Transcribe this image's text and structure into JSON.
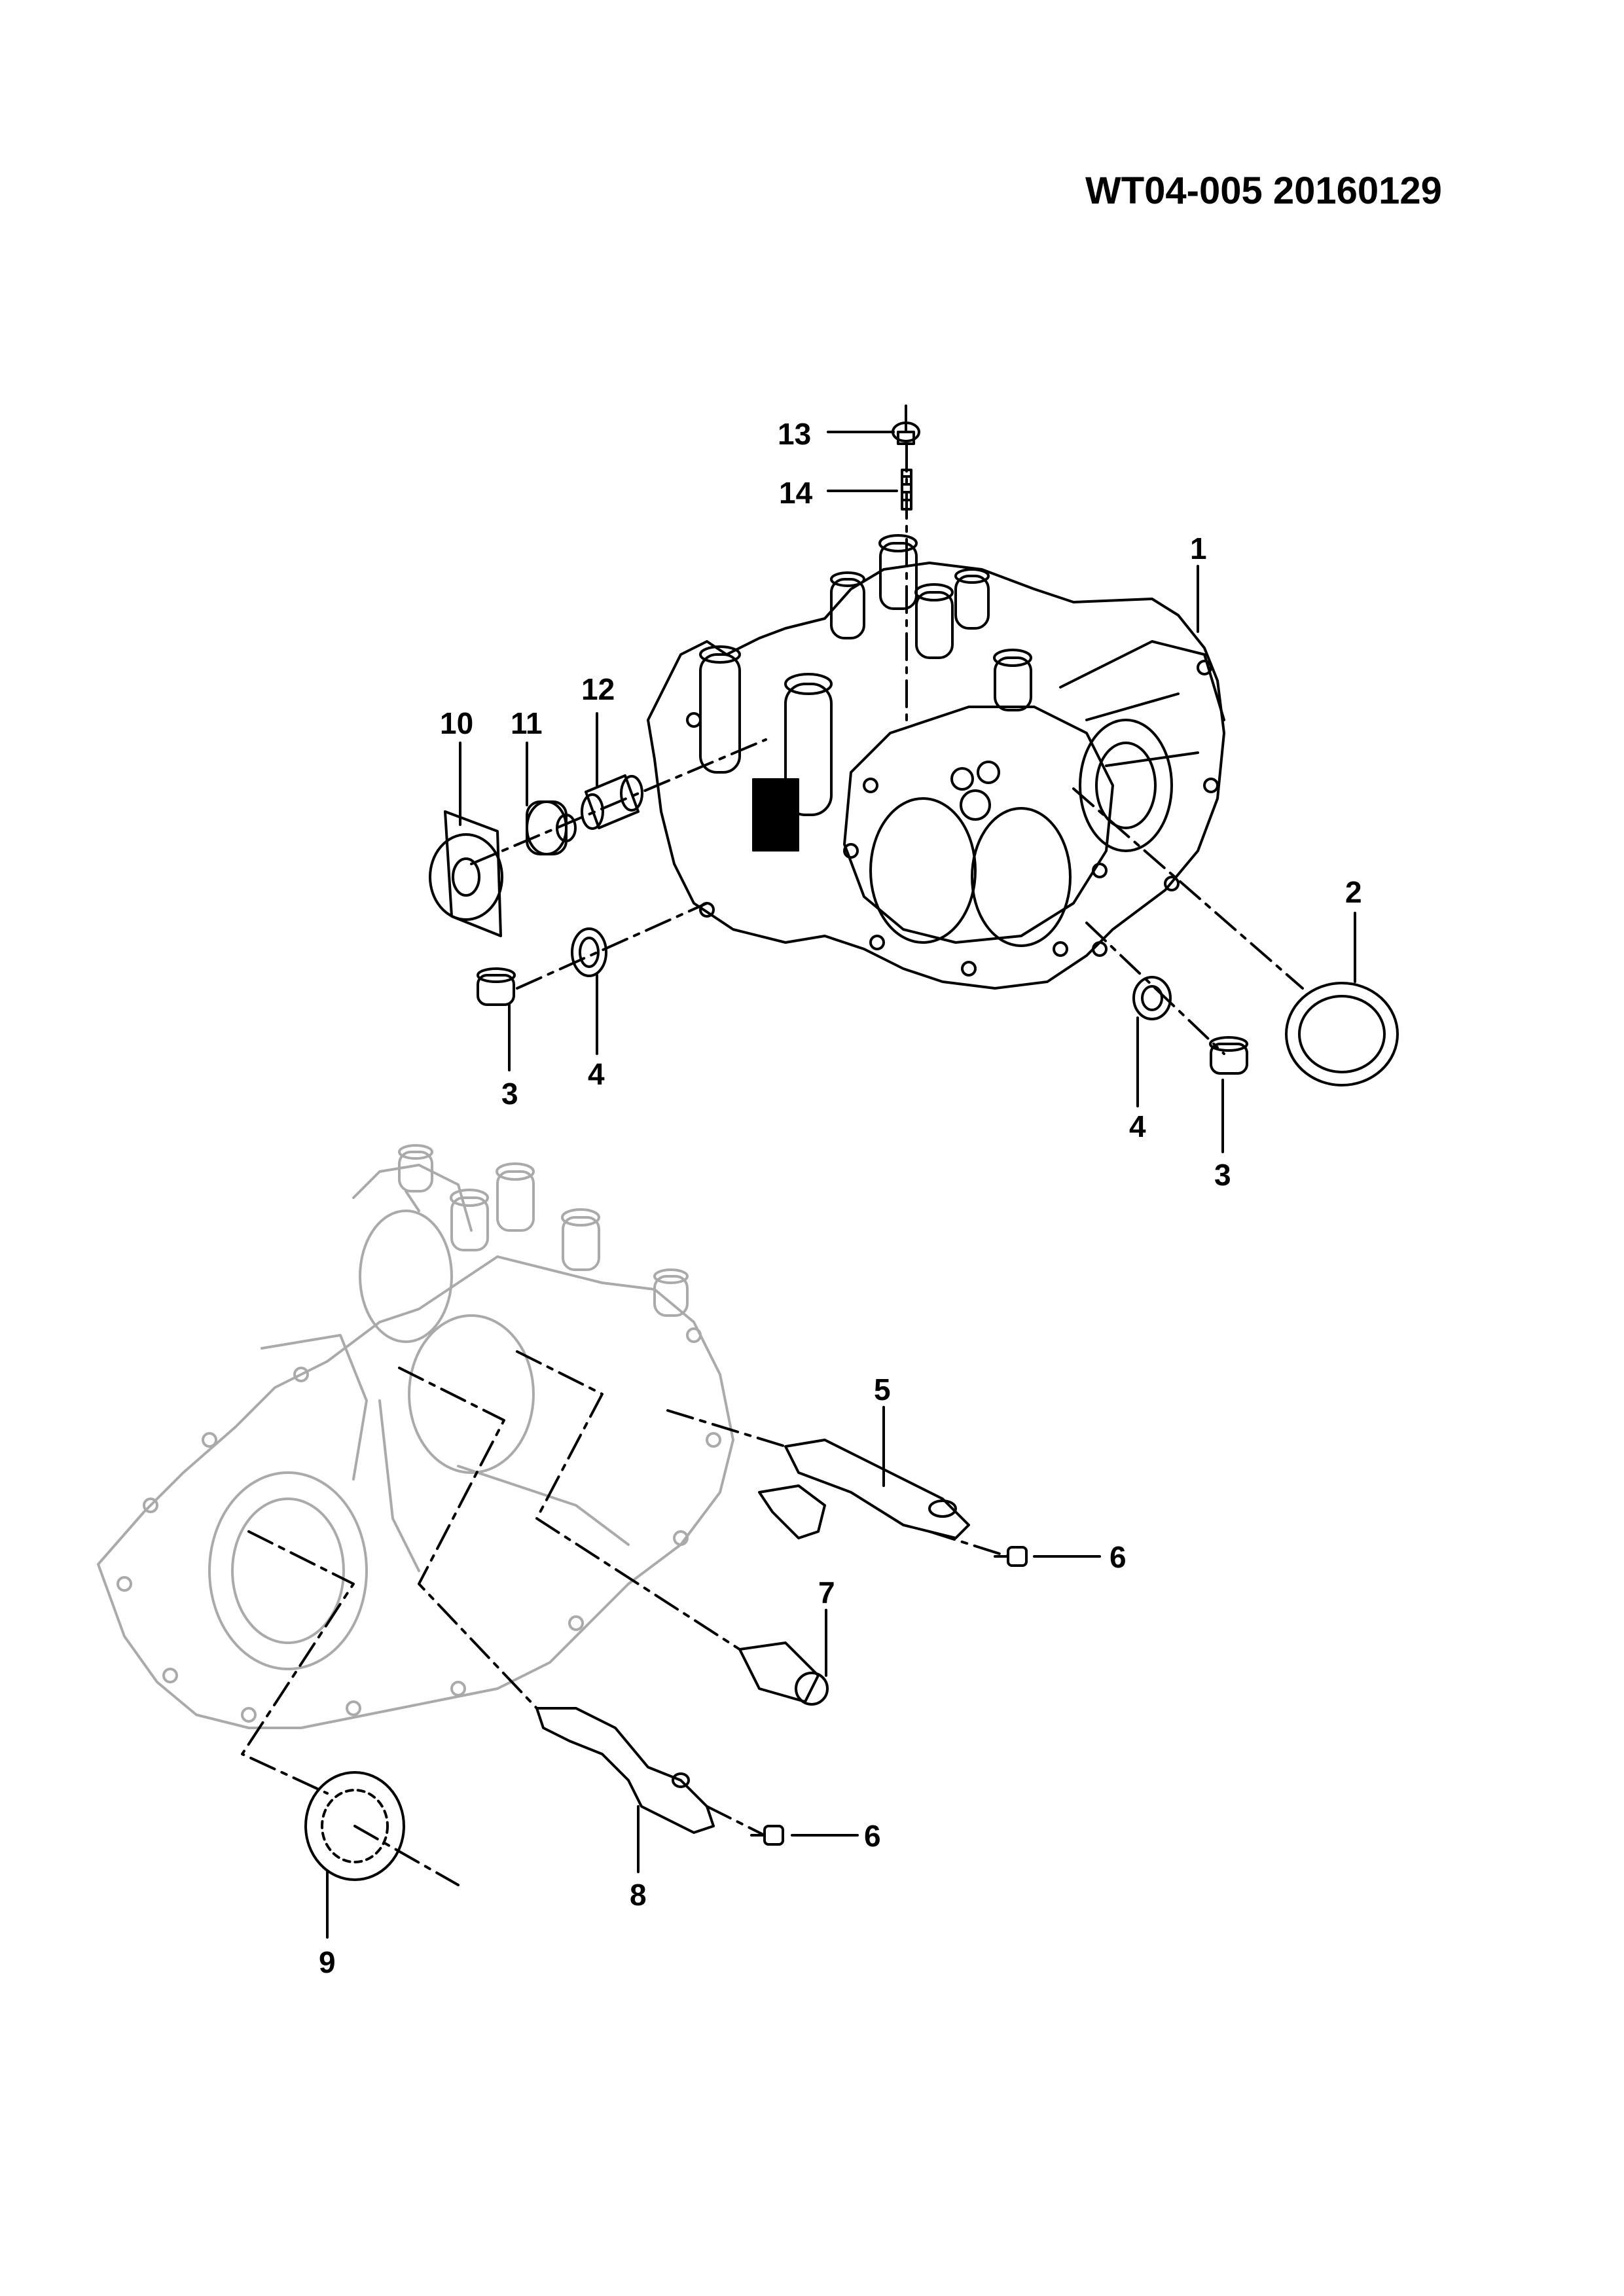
{
  "document": {
    "code": "WT04-005 20160129"
  },
  "callouts": [
    {
      "id": "c13",
      "label": "13"
    },
    {
      "id": "c14",
      "label": "14"
    },
    {
      "id": "c1",
      "label": "1"
    },
    {
      "id": "c12",
      "label": "12"
    },
    {
      "id": "c10",
      "label": "10"
    },
    {
      "id": "c11",
      "label": "11"
    },
    {
      "id": "c2",
      "label": "2"
    },
    {
      "id": "c3a",
      "label": "3"
    },
    {
      "id": "c4a",
      "label": "4"
    },
    {
      "id": "c4b",
      "label": "4"
    },
    {
      "id": "c3b",
      "label": "3"
    },
    {
      "id": "c5",
      "label": "5"
    },
    {
      "id": "c6a",
      "label": "6"
    },
    {
      "id": "c7",
      "label": "7"
    },
    {
      "id": "c6b",
      "label": "6"
    },
    {
      "id": "c8",
      "label": "8"
    },
    {
      "id": "c9",
      "label": "9"
    }
  ]
}
